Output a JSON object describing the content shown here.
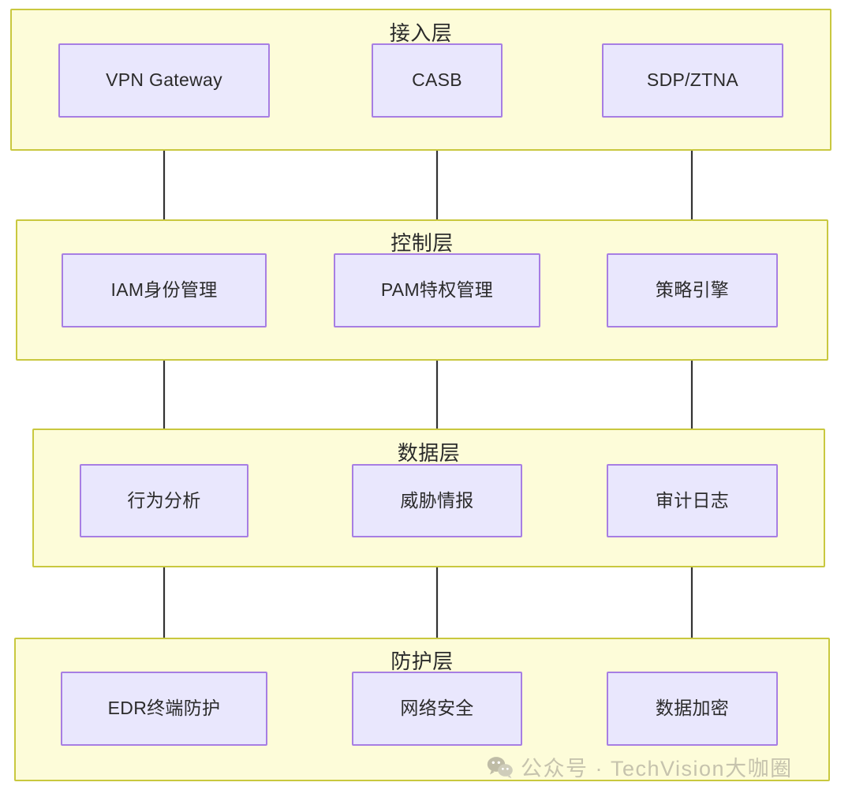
{
  "diagram": {
    "type": "layered-architecture",
    "title_present": false,
    "colors": {
      "layer_fill": "#fdfcd9",
      "layer_border": "#c9c83f",
      "node_fill": "#e9e7fd",
      "node_border": "#a77ee3",
      "arrow": "#333333",
      "text": "#2b2b2b",
      "watermark": "#c6c3ad",
      "background": "#ffffff"
    },
    "layers": [
      {
        "id": "access",
        "title": "接入层",
        "nodes": [
          {
            "id": "vpn-gateway",
            "label": "VPN Gateway"
          },
          {
            "id": "casb",
            "label": "CASB"
          },
          {
            "id": "sdp-ztna",
            "label": "SDP/ZTNA"
          }
        ]
      },
      {
        "id": "control",
        "title": "控制层",
        "nodes": [
          {
            "id": "iam",
            "label": "IAM身份管理"
          },
          {
            "id": "pam",
            "label": "PAM特权管理"
          },
          {
            "id": "policy-engine",
            "label": "策略引擎"
          }
        ]
      },
      {
        "id": "data",
        "title": "数据层",
        "nodes": [
          {
            "id": "behavior-analytics",
            "label": "行为分析"
          },
          {
            "id": "threat-intel",
            "label": "威胁情报"
          },
          {
            "id": "audit-log",
            "label": "审计日志"
          }
        ]
      },
      {
        "id": "protection",
        "title": "防护层",
        "nodes": [
          {
            "id": "edr",
            "label": "EDR终端防护"
          },
          {
            "id": "network-security",
            "label": "网络安全"
          },
          {
            "id": "data-encryption",
            "label": "数据加密"
          }
        ]
      }
    ],
    "connections": [
      {
        "from": "vpn-gateway",
        "to": "iam"
      },
      {
        "from": "casb",
        "to": "pam"
      },
      {
        "from": "sdp-ztna",
        "to": "policy-engine"
      },
      {
        "from": "iam",
        "to": "behavior-analytics"
      },
      {
        "from": "pam",
        "to": "threat-intel"
      },
      {
        "from": "policy-engine",
        "to": "audit-log"
      },
      {
        "from": "behavior-analytics",
        "to": "edr"
      },
      {
        "from": "threat-intel",
        "to": "network-security"
      },
      {
        "from": "audit-log",
        "to": "data-encryption"
      }
    ]
  },
  "watermark": {
    "icon": "wechat-icon",
    "text": "公众号 · TechVision大咖圈"
  }
}
